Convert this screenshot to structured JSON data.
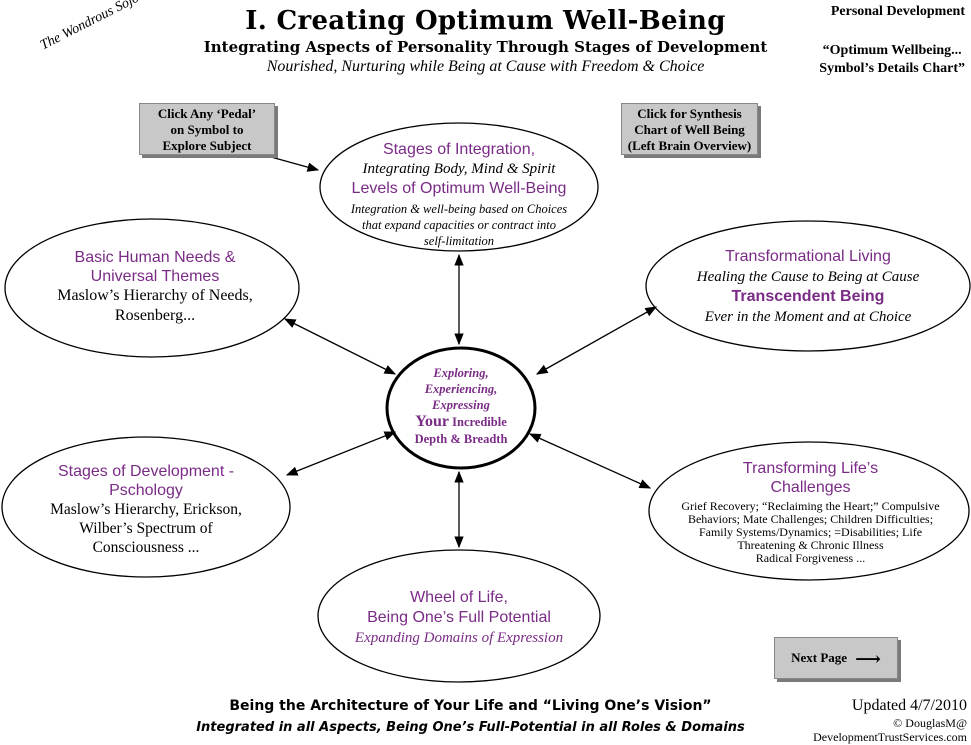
{
  "header": {
    "title": "I. Creating Optimum Well-Being",
    "subtitle": "Integrating Aspects of Personality Through Stages of Development",
    "tagline": "Nourished, Nurturing while Being at Cause with Freedom & Choice",
    "signature": "The Wondrous Sojourn",
    "category": "Personal Development",
    "chart_ref_line1": "“Optimum Wellbeing...",
    "chart_ref_line2": "Symbol’s Details Chart”"
  },
  "buttons": {
    "explore": [
      "Click Any ‘Pedal’",
      "on Symbol to",
      "Explore Subject"
    ],
    "synthesis": [
      "Click for Synthesis",
      "Chart of  Well Being",
      "(Left Brain Overview)"
    ],
    "next_page": "Next Page"
  },
  "nodes": {
    "center": {
      "line1": "Exploring,",
      "line2": "Experiencing,",
      "line3": "Expressing",
      "line4a": "Your",
      "line4b": " Incredible",
      "line5": "Depth & Breadth"
    },
    "stages_integration": {
      "heading": "Stages of Integration,",
      "italic": "Integrating Body, Mind & Spirit",
      "heading2": "Levels of Optimum Well-Being",
      "small1": "Integration & well-being based on Choices",
      "small2": "that expand capacities or contract into",
      "small3": "self-limitation"
    },
    "basic_needs": {
      "heading1": "Basic Human Needs &",
      "heading2": "Universal Themes",
      "line1": "Maslow’s Hierarchy of Needs,",
      "line2": "Rosenberg..."
    },
    "transformational_living": {
      "heading": "Transformational Living",
      "italic1": "Healing the Cause to Being at Cause",
      "bold": "Transcendent Being",
      "italic2": "Ever in the Moment and at Choice"
    },
    "stages_development": {
      "heading1": "Stages of Development -",
      "heading2": "Pschology",
      "line1": "Maslow’s Hierarchy, Erickson,",
      "line2": "Wilber’s Spectrum of",
      "line3": "Consciousness ..."
    },
    "transforming_challenges": {
      "heading1": "Transforming Life’s",
      "heading2": "Challenges",
      "line1": "Grief Recovery; “Reclaiming the Heart;” Compulsive",
      "line2": "Behaviors; Mate Challenges; Children Difficulties;",
      "line3": "Family Systems/Dynamics; =Disabilities; Life",
      "line4": "Threatening & Chronic Illness",
      "line5": "Radical Forgiveness ..."
    },
    "wheel_of_life": {
      "heading1": "Wheel of Life,",
      "heading2": "Being One’s Full Potential",
      "italic": "Expanding Domains of Expression"
    }
  },
  "footer": {
    "line1": "Being the Architecture of Your Life and “Living One’s Vision”",
    "line2": "Integrated in all Aspects, Being One’s Full-Potential in all Roles & Domains",
    "updated": "Updated 4/7/2010",
    "copyright1": "© DouglasM@",
    "copyright2": "DevelopmentTrustServices.com"
  },
  "colors": {
    "accent_purple": "#7a2b86",
    "button_grey": "#c8c8c8",
    "button_shadow": "#7a7a7a"
  }
}
